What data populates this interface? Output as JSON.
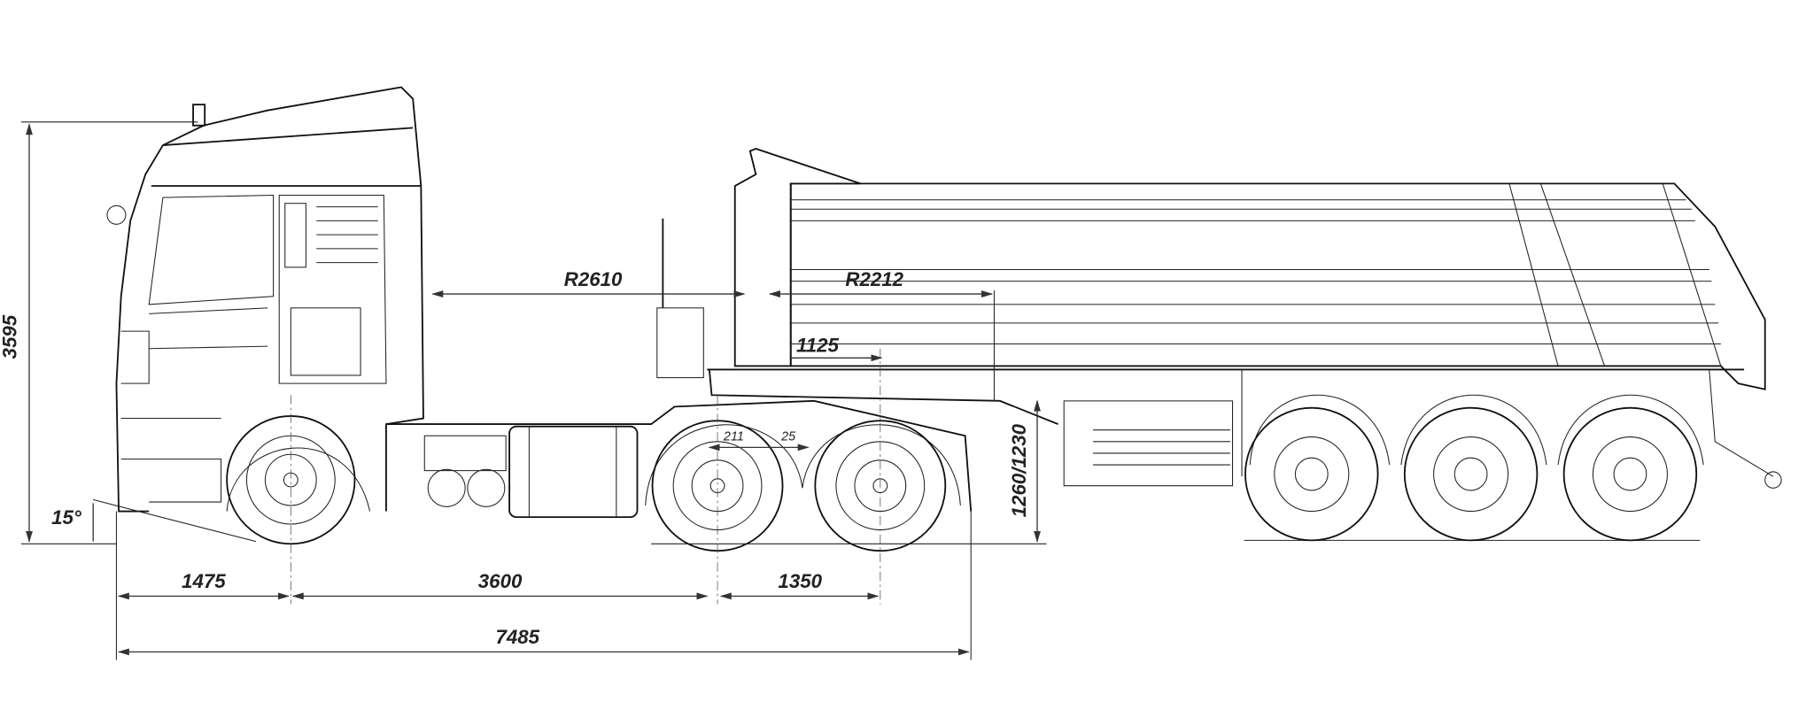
{
  "drawing": {
    "dimensions": {
      "overall_height": "3595",
      "front_overhang": "1475",
      "wheelbase": "3600",
      "tandem_spacing": "1350",
      "overall_length": "7485",
      "turning_radius_cab": "R2610",
      "turning_radius_trailer": "R2212",
      "kingpin_offset": "1125",
      "fifth_wheel_offset_a": "211",
      "fifth_wheel_offset_b": "25",
      "fifth_wheel_height": "1260/1230",
      "approach_angle": "15°"
    }
  }
}
